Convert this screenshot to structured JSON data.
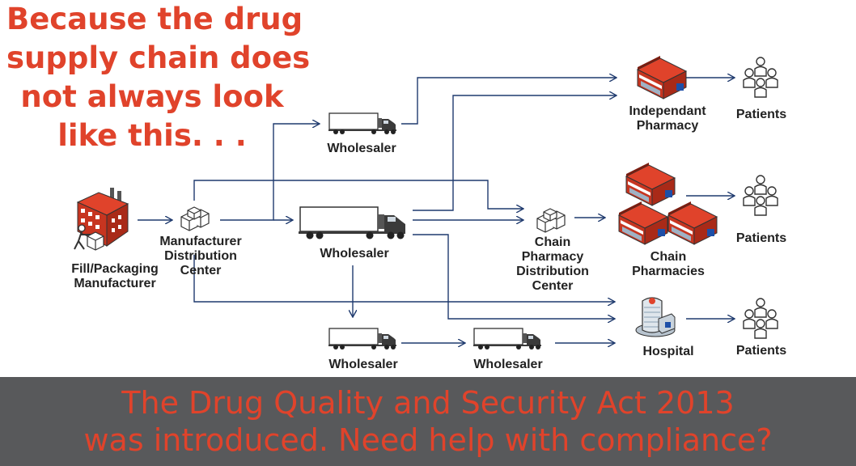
{
  "headline": {
    "lines": [
      "Because the drug",
      "supply chain does",
      "not always look",
      "like this. . ."
    ]
  },
  "nodes": {
    "manufacturer": [
      "Fill/Packaging",
      "Manufacturer"
    ],
    "mfg_dc": [
      "Manufacturer",
      "Distribution",
      "Center"
    ],
    "wholesaler_top": [
      "Wholesaler"
    ],
    "wholesaler_main": [
      "Wholesaler"
    ],
    "wholesaler_bottom1": [
      "Wholesaler"
    ],
    "wholesaler_bottom2": [
      "Wholesaler"
    ],
    "chain_dc": [
      "Chain",
      "Pharmacy",
      "Distribution",
      "Center"
    ],
    "independent": [
      "Independant",
      "Pharmacy"
    ],
    "chain_pharmacies": [
      "Chain",
      "Pharmacies"
    ],
    "hospital": [
      "Hospital"
    ],
    "patients_1": [
      "Patients"
    ],
    "patients_2": [
      "Patients"
    ],
    "patients_3": [
      "Patients"
    ]
  },
  "banner": {
    "lines": [
      "The Drug Quality and Security Act 2013",
      "was introduced. Need help with compliance?"
    ]
  },
  "colors": {
    "accent": "#e0432b",
    "arrow": "#1f3a6e",
    "banner_bg": "#58595b",
    "building": "#e0432b",
    "truck": "#444444"
  }
}
